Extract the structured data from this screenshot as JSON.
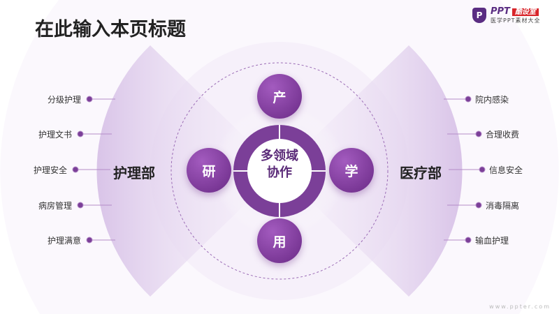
{
  "title": "在此输入本页标题",
  "logo": {
    "mark": "P",
    "brand": "PPT",
    "badge": "酷设室",
    "subtitle": "医学PPT素材大全"
  },
  "left_department": "护理部",
  "right_department": "医疗部",
  "left_items": [
    "分级护理",
    "护理文书",
    "护理安全",
    "病房管理",
    "护理满意"
  ],
  "right_items": [
    "院内感染",
    "合理收费",
    "信息安全",
    "消毒隔离",
    "输血护理"
  ],
  "nodes": {
    "top": "产",
    "left": "研",
    "right": "学",
    "bottom": "用"
  },
  "center": {
    "line1": "多领域",
    "line2": "协作"
  },
  "website": "www.ppter.com",
  "colors": {
    "accent": "#6a2a86",
    "light": "#e6d6ef"
  }
}
